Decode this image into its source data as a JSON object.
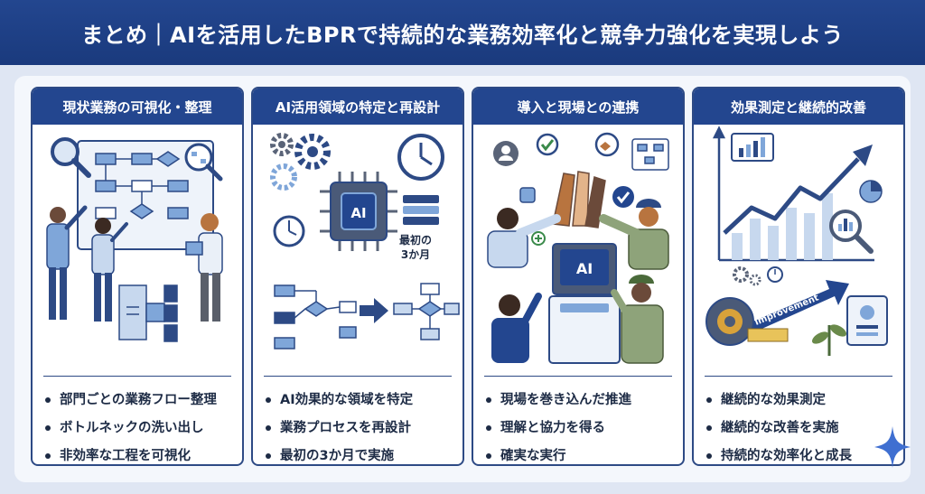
{
  "header": {
    "title": "まとめ｜AIを活用したBPRで持続的な業務効率化と競争力強化を実現しよう"
  },
  "colors": {
    "navy": "#23468f",
    "light_blue": "#7fa6d9",
    "text": "#1d2b45"
  },
  "cards": [
    {
      "title": "現状業務の可視化・整理",
      "bullets": [
        "部門ごとの業務フロー整理",
        "ボトルネックの洗い出し",
        "非効率な工程を可視化"
      ]
    },
    {
      "title": "AI活用領域の特定と再設計",
      "chip_label": "AI",
      "callout": [
        "最初の",
        "3か月"
      ],
      "bullets": [
        "AI効果的な領域を特定",
        "業務プロセスを再設計",
        "最初の3か月で実施"
      ]
    },
    {
      "title": "導入と現場との連携",
      "kiosk_label": "AI",
      "bullets": [
        "現場を巻き込んだ推進",
        "理解と協力を得る",
        "確実な実行"
      ]
    },
    {
      "title": "効果測定と継続的改善",
      "arrow_label": "Improvement",
      "bullets": [
        "継続的な効果測定",
        "継続的な改善を実施",
        "持続的な効率化と成長"
      ]
    }
  ],
  "icons": [
    "magnifier-icon",
    "flowchart-icon",
    "gear-icon",
    "clock-icon",
    "ai-chip-icon",
    "server-icon",
    "checkmark-icon",
    "handshake-icon",
    "users-icon",
    "thumbs-up-icon",
    "growth-chart-icon",
    "pie-chart-icon",
    "measuring-tape-icon",
    "plant-icon",
    "profile-card-icon",
    "sparkle-icon"
  ]
}
